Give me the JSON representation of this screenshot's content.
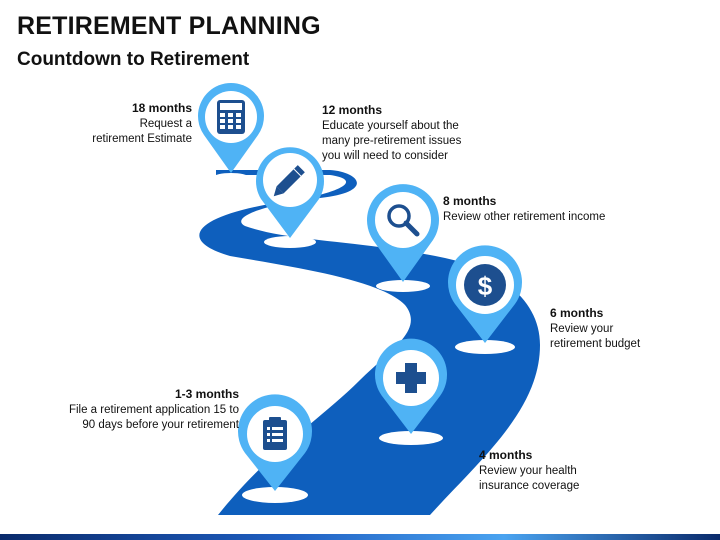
{
  "title": "RETIREMENT PLANNING",
  "subtitle": "Countdown to Retirement",
  "milestones": [
    {
      "title": "18 months",
      "desc": "Request a retirement Estimate",
      "icon": "calculator-icon"
    },
    {
      "title": "12 months",
      "desc": "Educate yourself about the many pre-retirement issues you will need to consider",
      "icon": "pencil-icon"
    },
    {
      "title": "8 months",
      "desc": "Review other retirement income",
      "icon": "magnifier-icon"
    },
    {
      "title": "6 months",
      "desc": "Review your retirement budget",
      "icon": "dollar-icon"
    },
    {
      "title": "4 months",
      "desc": "Review your health insurance coverage",
      "icon": "plus-icon"
    },
    {
      "title": "1-3 months",
      "desc": "File a retirement application 15 to 90 days before your retirement",
      "icon": "clipboard-icon"
    }
  ],
  "colors": {
    "road": "#0e5fbd",
    "road_dark": "#0a4a99",
    "pin": "#4fb3f5",
    "pin_inner": "#ffffff",
    "icon": "#1d4f8f",
    "dollar_bg": "#1d4f8f"
  }
}
